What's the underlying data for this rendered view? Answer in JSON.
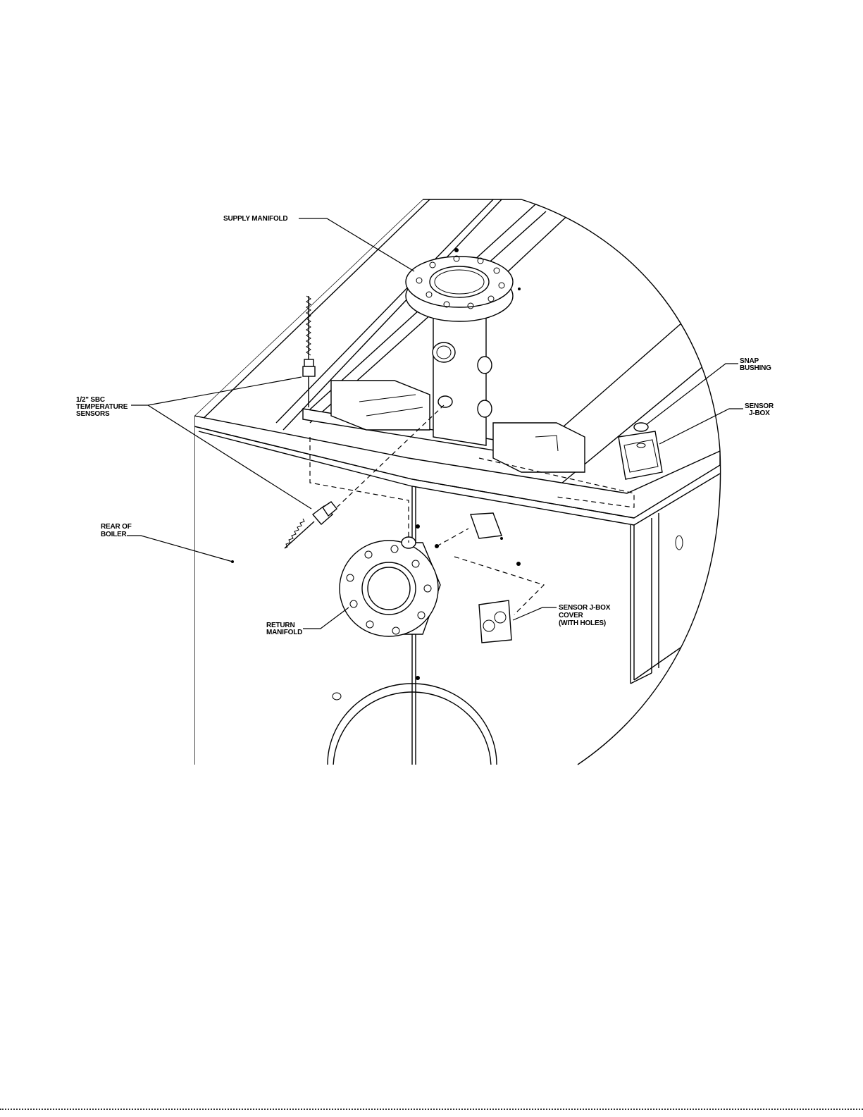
{
  "diagram": {
    "labels": {
      "supply_manifold": "SUPPLY MANIFOLD",
      "temp_sensors": [
        "1/2\" SBC",
        "TEMPERATURE",
        "SENSORS"
      ],
      "snap_bushing": [
        "SNAP",
        "BUSHING"
      ],
      "sensor_jbox": [
        "SENSOR",
        "J-BOX"
      ],
      "rear_of_boiler": [
        "REAR OF",
        "BOILER"
      ],
      "return_manifold": [
        "RETURN",
        "MANIFOLD"
      ],
      "jbox_cover": [
        "SENSOR J-BOX",
        "COVER",
        "(WITH HOLES)"
      ]
    }
  }
}
